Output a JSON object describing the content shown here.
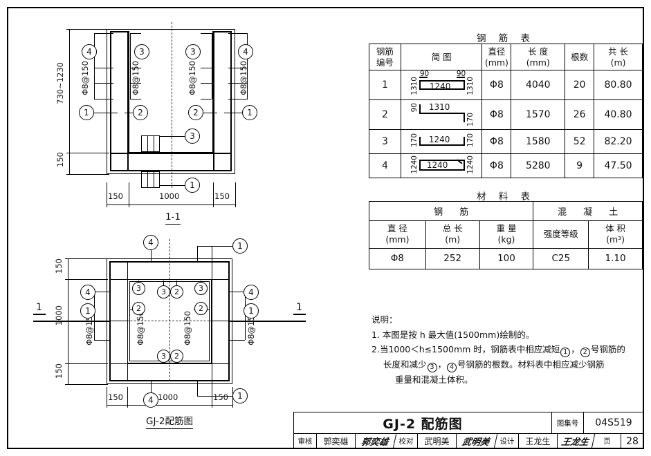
{
  "sheet": {
    "drawing_number": "04S519",
    "page": "28"
  },
  "section_view": {
    "caption": "1-1",
    "dim_height": "730~1230",
    "dim_base": "150",
    "dim_left": "150",
    "dim_mid": "1000",
    "dim_right": "150",
    "spacing_labels": [
      "Φ8@150",
      "Φ8@150",
      "Φ8@150",
      "Φ8@150"
    ],
    "bubbles": [
      "4",
      "3",
      "3",
      "4",
      "1",
      "2",
      "2",
      "1",
      "3",
      "1"
    ]
  },
  "plan_view": {
    "caption": "GJ-2配筋图",
    "section_mark_left": "1",
    "section_mark_right": "1",
    "dim_top": "150",
    "dim_mid_v": "1000",
    "dim_bottom": "150",
    "dim_left": "150",
    "dim_mid_h": "1000",
    "dim_right": "150",
    "spacing_labels": [
      "Φ8@150",
      "Φ8@150",
      "Φ8@150",
      "Φ8@150"
    ],
    "bubbles_outer": [
      "4",
      "1",
      "4",
      "1",
      "4",
      "1",
      "4",
      "1"
    ],
    "bubbles_inner": [
      "3",
      "3",
      "2",
      "3",
      "2",
      "2",
      "3",
      "2"
    ]
  },
  "rebar_table": {
    "title": "钢 筋 表",
    "headers": {
      "no": "钢筋\n编号",
      "shape": "简        图",
      "diameter": "直径\n(mm)",
      "length": "长 度\n(mm)",
      "count": "根数",
      "total": "共 长\n(m)"
    },
    "header_lines": {
      "no_1": "钢筋",
      "no_2": "编号",
      "shape": "简        图",
      "dia_1": "直径",
      "dia_2": "(mm)",
      "len_1": "长 度",
      "len_2": "(mm)",
      "cnt": "根数",
      "tot_1": "共 长",
      "tot_2": "(m)"
    },
    "rows": [
      {
        "no": "1",
        "shape_type": "u-bar-with-hooks",
        "shape_labels": {
          "left_v": "1310",
          "left_top": "90",
          "base": "1240",
          "right_top": "90",
          "right_v": "1310"
        },
        "diameter": "Φ8",
        "length": "4040",
        "count": "20",
        "total": "80.80"
      },
      {
        "no": "2",
        "shape_type": "z-bar",
        "shape_labels": {
          "left_v": "90",
          "base": "1310",
          "right_v": "170"
        },
        "diameter": "Φ8",
        "length": "1570",
        "count": "26",
        "total": "40.80"
      },
      {
        "no": "3",
        "shape_type": "u-bar",
        "shape_labels": {
          "left_v": "170",
          "base": "1240",
          "right_v": "170"
        },
        "diameter": "Φ8",
        "length": "1580",
        "count": "52",
        "total": "82.20"
      },
      {
        "no": "4",
        "shape_type": "closed-stirrup",
        "shape_labels": {
          "left_v": "1240",
          "base": "1240",
          "right_v": "1240"
        },
        "diameter": "Φ8",
        "length": "5280",
        "count": "9",
        "total": "47.50"
      }
    ]
  },
  "material_table": {
    "title": "材 料 表",
    "group_steel": "钢            筋",
    "group_concrete": "混  凝  土",
    "headers": {
      "dia_1": "直 径",
      "dia_2": "(mm)",
      "len_1": "总 长",
      "len_2": "(m)",
      "wt_1": "重 量",
      "wt_2": "(kg)",
      "grade": "强度等级",
      "vol_1": "体 积",
      "vol_2": "(m³)"
    },
    "row": {
      "diameter": "Φ8",
      "total_length": "252",
      "weight": "100",
      "grade": "C25",
      "volume": "1.10"
    }
  },
  "notes": {
    "title": "说明：",
    "items": [
      {
        "num": "1.",
        "pre": "本图是按 h 最大值(1500mm)绘制的。",
        "post": "",
        "circles": []
      },
      {
        "num": "2.",
        "pre": "当1000＜h≤1500mm 时，钢筋表中相应减短",
        "mid": "，",
        "post": "号钢筋的",
        "circles": [
          "1",
          "2"
        ]
      }
    ],
    "line3_pre": "长度和减少",
    "line3_mid": "，",
    "line3_post": "号钢筋的根数。材料表中相应减少钢筋",
    "line3_circles": [
      "3",
      "4"
    ],
    "line4": "重量和混凝土体积。"
  },
  "title_block": {
    "drawing_title": "GJ-2 配筋图",
    "atlas_label": "图集号",
    "atlas_value": "04S519",
    "page_label": "页",
    "page_value": "28",
    "roles": [
      {
        "label": "审核",
        "name": "郭奕雄",
        "signature": "郭奕雄"
      },
      {
        "label": "校对",
        "name": "武明美",
        "signature": "武明美"
      },
      {
        "label": "设计",
        "name": "王龙生",
        "signature": "王龙生"
      }
    ]
  }
}
